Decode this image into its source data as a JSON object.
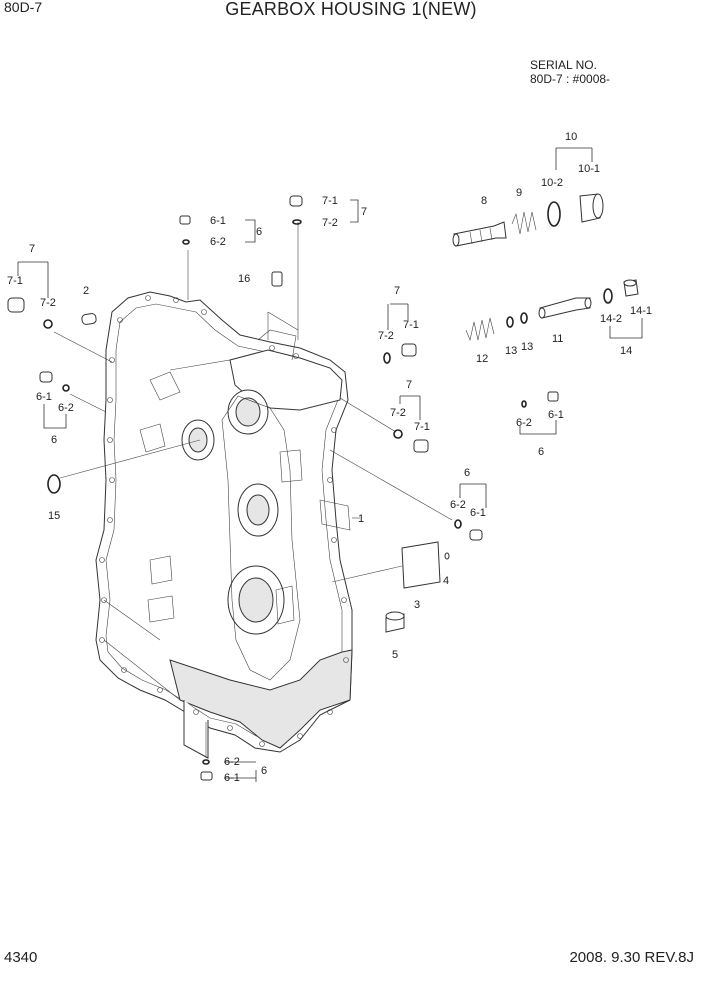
{
  "header": {
    "model": "80D-7",
    "title": "GEARBOX HOUSING 1(NEW)",
    "serial_label": "SERIAL NO.",
    "serial_value": "80D-7 : #0008-"
  },
  "footer": {
    "page_number": "4340",
    "date_revision": "2008. 9.30  REV.8J"
  },
  "callouts": {
    "c1": "1",
    "c2": "2",
    "c3": "3",
    "c4": "4",
    "c5": "5",
    "c7a": "7",
    "c7_1a": "7-1",
    "c7_2a": "7-2",
    "c6a": "6",
    "c6_1a": "6-1",
    "c6_2a": "6-2",
    "c16": "16",
    "c7b": "7",
    "c7_1b": "7-1",
    "c7_2b": "7-2",
    "c6b": "6",
    "c6_1b": "6-1",
    "c6_2b": "6-2",
    "c15": "15",
    "c7c": "7",
    "c7_1c": "7-1",
    "c7_2c": "7-2",
    "c7d": "7",
    "c7_1d": "7-1",
    "c7_2d": "7-2",
    "c6c": "6",
    "c6_1c": "6-1",
    "c6_2c": "6-2",
    "c6d": "6",
    "c6_1d": "6-1",
    "c6_2d": "6-2",
    "c6e": "6",
    "c6_1e": "6-1",
    "c6_2e": "6-2",
    "c8": "8",
    "c9": "9",
    "c10": "10",
    "c10_1": "10-1",
    "c10_2": "10-2",
    "c11": "11",
    "c12": "12",
    "c13a": "13",
    "c13b": "13",
    "c14": "14",
    "c14_1": "14-1",
    "c14_2": "14-2"
  }
}
